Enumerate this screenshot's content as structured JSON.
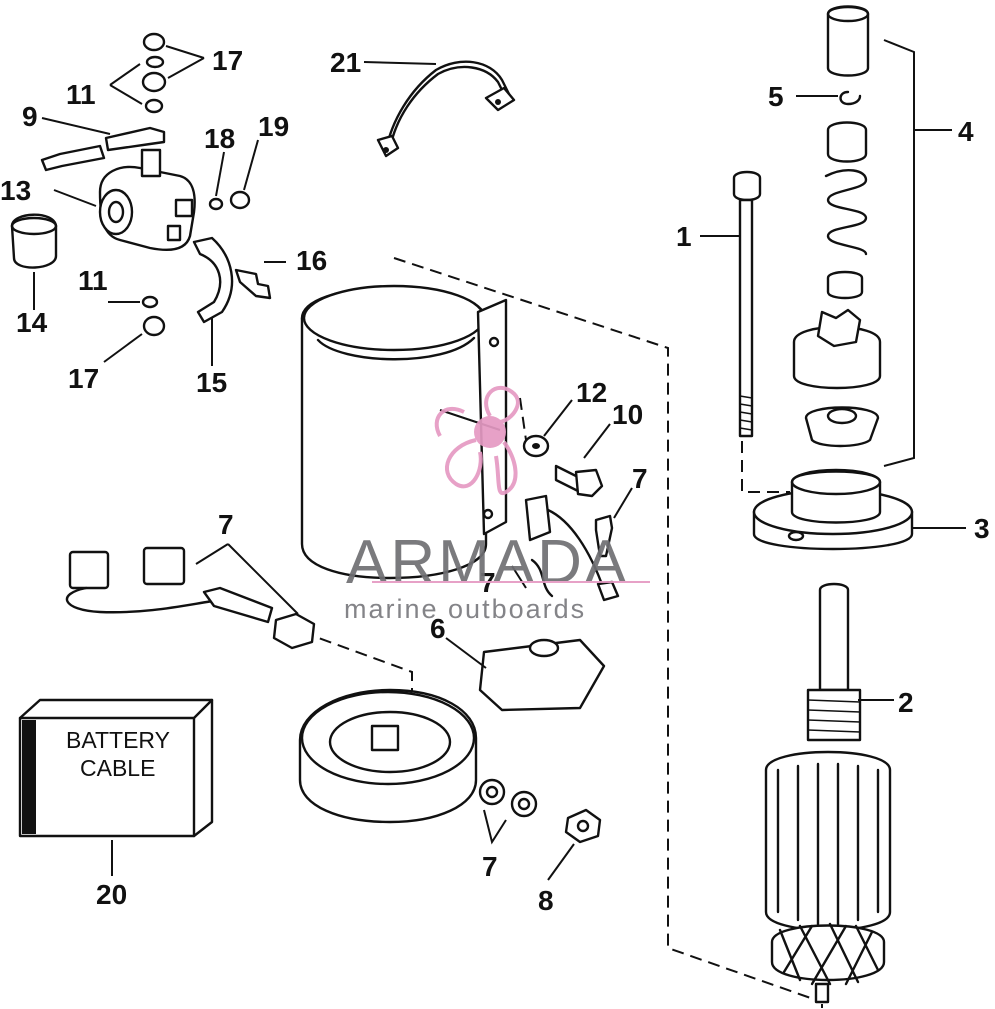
{
  "callouts": [
    {
      "id": "1",
      "label": "1"
    },
    {
      "id": "2",
      "label": "2"
    },
    {
      "id": "3",
      "label": "3"
    },
    {
      "id": "4",
      "label": "4"
    },
    {
      "id": "5",
      "label": "5"
    },
    {
      "id": "6",
      "label": "6"
    },
    {
      "id": "7",
      "label": "7"
    },
    {
      "id": "8",
      "label": "8"
    },
    {
      "id": "9",
      "label": "9"
    },
    {
      "id": "10",
      "label": "10"
    },
    {
      "id": "11",
      "label": "11"
    },
    {
      "id": "12",
      "label": "12"
    },
    {
      "id": "13",
      "label": "13"
    },
    {
      "id": "14",
      "label": "14"
    },
    {
      "id": "15",
      "label": "15"
    },
    {
      "id": "16",
      "label": "16"
    },
    {
      "id": "17",
      "label": "17"
    },
    {
      "id": "18",
      "label": "18"
    },
    {
      "id": "19",
      "label": "19"
    },
    {
      "id": "20",
      "label": "20"
    },
    {
      "id": "21",
      "label": "21"
    }
  ],
  "battery_box": {
    "line1": "BATTERY",
    "line2": "CABLE"
  },
  "watermark": {
    "title": "ARMADA",
    "subtitle": "marine outboards",
    "colors": {
      "text": "#6f6f73",
      "logo": "#e59ac3"
    }
  }
}
